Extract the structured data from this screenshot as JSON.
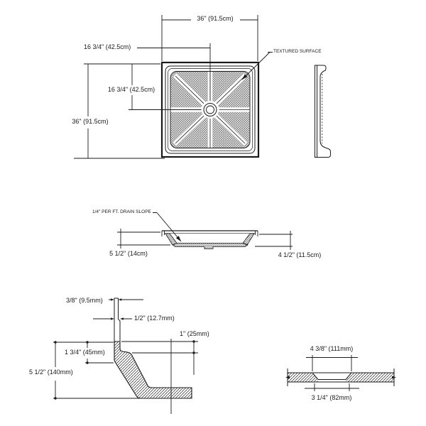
{
  "drawing": {
    "colors": {
      "line": "#1a1a1a",
      "background": "#ffffff"
    },
    "plan": {
      "width_top": "36\" (91.5cm)",
      "drain_offset_x": "16 3/4\" (42.5cm)",
      "drain_offset_y": "16 3/4\" (42.5cm)",
      "height_left": "36\" (91.5cm)",
      "textured_surface": "TEXTURED SURFACE"
    },
    "section": {
      "drain_slope": "1/4\" PER FT. DRAIN SLOPE",
      "height_left": "5 1/2\" (14cm)",
      "height_right": "4 1/2\" (11.5cm)"
    },
    "edge_detail": {
      "flange_thickness": "3/8\" (9.5mm)",
      "flange_base_thickness": "1/2\" (12.7mm)",
      "rim_height": "1\" (25mm)",
      "ledge_depth": "1 3/4\" (45mm)",
      "overall_height": "5 1/2\" (140mm)"
    },
    "drain_detail": {
      "recess_width": "4 3/8\" (111mm)",
      "hole_width": "3 1/4\" (82mm)"
    }
  }
}
